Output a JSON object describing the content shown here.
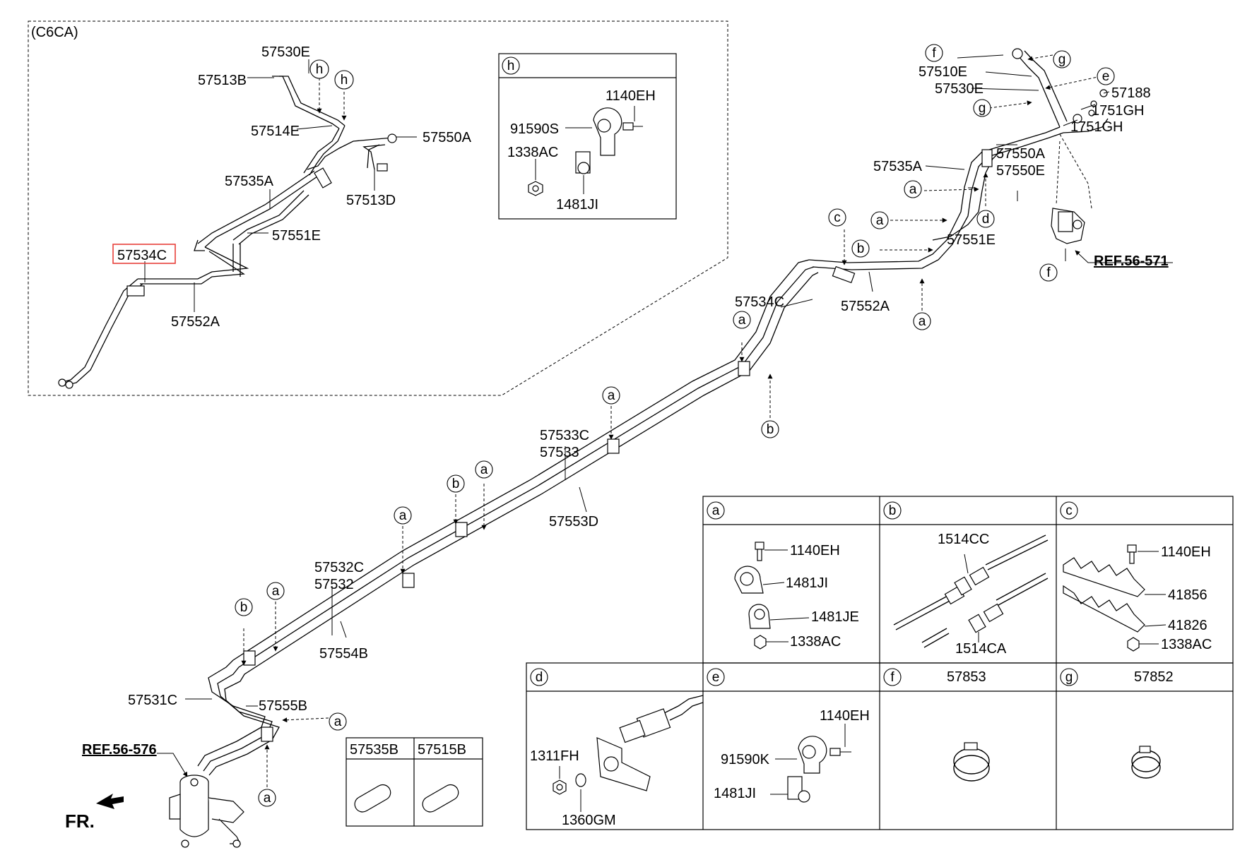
{
  "inset": {
    "variant": "(C6CA)",
    "labels": {
      "57530E": "57530E",
      "57513B": "57513B",
      "57514E": "57514E",
      "57550A": "57550A",
      "57513D": "57513D",
      "57535A": "57535A",
      "57551E": "57551E",
      "57534C": "57534C",
      "57552A": "57552A"
    },
    "callouts": [
      "h",
      "h"
    ]
  },
  "detail_h": {
    "letter": "h",
    "parts": [
      "1140EH",
      "91590S",
      "1338AC",
      "1481JI"
    ]
  },
  "main": {
    "labels": {
      "57510E": "57510E",
      "57530E": "57530E",
      "57188": "57188",
      "1751GH_a": "1751GH",
      "1751GH_b": "1751GH",
      "57550A": "57550A",
      "57550E": "57550E",
      "57535A": "57535A",
      "57551E": "57551E",
      "57534C": "57534C",
      "57552A": "57552A",
      "57533C": "57533C",
      "57533": "57533",
      "57553D": "57553D",
      "57532C": "57532C",
      "57532": "57532",
      "57554B": "57554B",
      "57531C": "57531C",
      "57555B": "57555B"
    },
    "ref_top": "REF.56-571",
    "ref_bottom": "REF.56-576",
    "front": "FR."
  },
  "small_table": {
    "col1": "57535B",
    "col2": "57515B"
  },
  "detail_grid": {
    "a": {
      "letter": "a",
      "parts": [
        "1140EH",
        "1481JI",
        "1481JE",
        "1338AC"
      ]
    },
    "b": {
      "letter": "b",
      "parts": [
        "1514CC",
        "1514CA"
      ]
    },
    "c": {
      "letter": "c",
      "parts": [
        "1140EH",
        "41856",
        "41826",
        "1338AC"
      ]
    },
    "d": {
      "letter": "d",
      "parts": [
        "1311FH",
        "1360GM"
      ]
    },
    "e": {
      "letter": "e",
      "parts": [
        "1140EH",
        "91590K",
        "1481JI"
      ]
    },
    "f": {
      "letter": "f",
      "part_no": "57853"
    },
    "g": {
      "letter": "g",
      "part_no": "57852"
    }
  },
  "highlight_color": "#e8403a"
}
